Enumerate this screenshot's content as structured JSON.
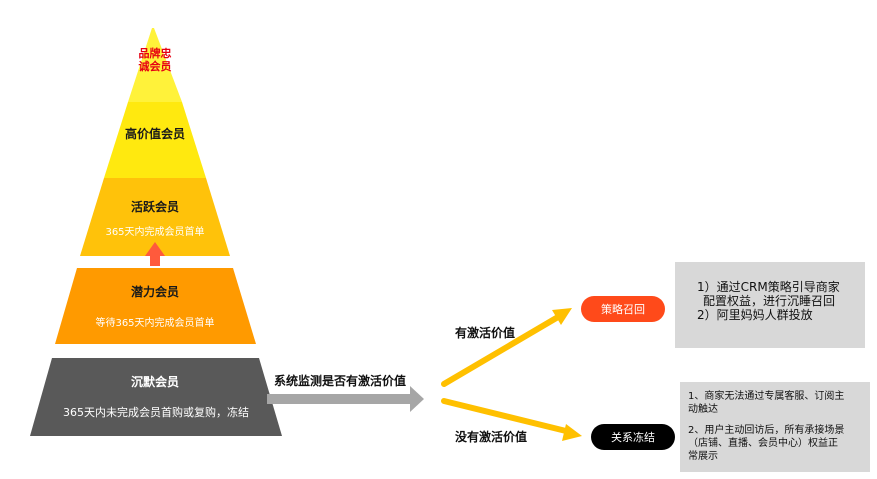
{
  "pyramid": {
    "tiers": [
      {
        "title_line1": "品牌忠",
        "title_line2": "诚会员",
        "color": "#fff23a",
        "text_color": "#e60012"
      },
      {
        "title": "高价值会员",
        "color": "#ffe90f",
        "text_color": "#1a1a1a"
      },
      {
        "title": "活跃会员",
        "subtitle": "365天内完成会员首单",
        "color": "#ffc20a",
        "text_color": "#1a1a1a",
        "sub_color": "#ffffff"
      },
      {
        "title": "潜力会员",
        "subtitle": "等待365天内完成会员首单",
        "color": "#ff9a00",
        "text_color": "#1a1a1a",
        "sub_color": "#ffffff"
      },
      {
        "title": "沉默会员",
        "subtitle": "365天内未完成会员首购或复购，冻结",
        "color": "#595959",
        "text_color": "#ffffff",
        "sub_color": "#ffffff"
      }
    ],
    "up_arrow_color": "#ff5a3c"
  },
  "flow": {
    "monitor_label": "系统监测是否有激活价值",
    "branch_yes_label": "有激活价值",
    "branch_no_label": "没有激活价值",
    "arrow_color": "#ffc000",
    "gray_arrow_color": "#a6a6a6"
  },
  "outcomes": {
    "recall": {
      "label": "策略召回",
      "bg": "#ff4a1a",
      "text_color": "#ffffff"
    },
    "freeze": {
      "label": "关系冻结",
      "bg": "#000000",
      "text_color": "#ffffff"
    }
  },
  "notes": {
    "recall_note": {
      "lines": [
        "1）通过CRM策略引导商家",
        "配置权益，进行沉睡召回",
        "2）阿里妈妈人群投放"
      ]
    },
    "freeze_note": {
      "lines": [
        "1、商家无法通过专属客服、订阅主",
        "动触达",
        "",
        "2、用户主动回访后，所有承接场景",
        "（店铺、直播、会员中心）权益正",
        "常展示"
      ]
    }
  }
}
